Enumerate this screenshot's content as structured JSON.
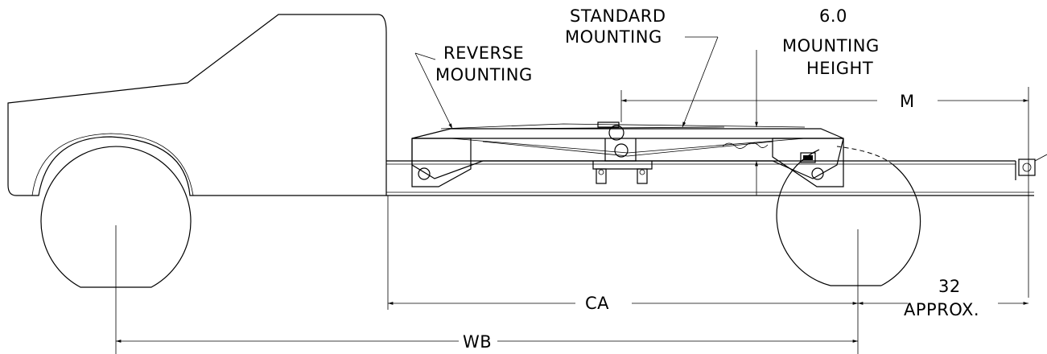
{
  "labels": {
    "reverse_1": "REVERSE",
    "reverse_2": "MOUNTING",
    "standard_1": "STANDARD",
    "standard_2": "MOUNTING",
    "height_1": "6.0",
    "height_2": "MOUNTING",
    "height_3": "HEIGHT",
    "m": "M",
    "ca": "CA",
    "wb": "WB",
    "approx_1": "32",
    "approx_2": "APPROX."
  }
}
